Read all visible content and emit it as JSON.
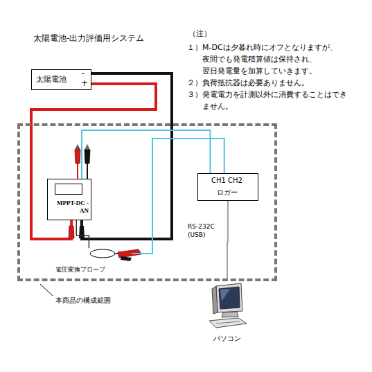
{
  "diagram": {
    "title": "太陽電池-出力評価用システム",
    "nodes": [
      {
        "text": [
          "太陽電池",
          "-",
          "+"
        ]
      },
      {
        "text": [
          "本商品の構成範囲"
        ]
      },
      {
        "text": [
          "MPPT-DC -AN"
        ],
        "in": 1
      },
      {
        "text": [
          "CH1 CH2",
          "ロガー"
        ],
        "in": 1
      },
      {
        "text": [
          "電圧変換プローブ"
        ],
        "in": 1
      },
      {
        "text": [
          "パソコン"
        ]
      }
    ],
    "edges": [
      {
        "from": 0,
        "to": 2,
        "arrow": "none"
      },
      {
        "from": 0,
        "to": 2,
        "arrow": "none"
      },
      {
        "from": 2,
        "to": 3,
        "arrow": "none"
      },
      {
        "from": 2,
        "to": 4,
        "arrow": "none"
      },
      {
        "from": 4,
        "to": 3,
        "arrow": "none"
      },
      {
        "from": 3,
        "to": 5,
        "label": "RS-232C (USB)",
        "arrow": "none"
      }
    ],
    "labels": [
      "（注）",
      "１）M-DCは夕暮れ時にオフとなりますが、 夜間でも発電積算値は保持され、 翌日発電量を加算していきます。",
      "２）負荷抵抗器は必要ありません。",
      "３）発電電力を計測以外に消費することはでき ません。"
    ]
  }
}
